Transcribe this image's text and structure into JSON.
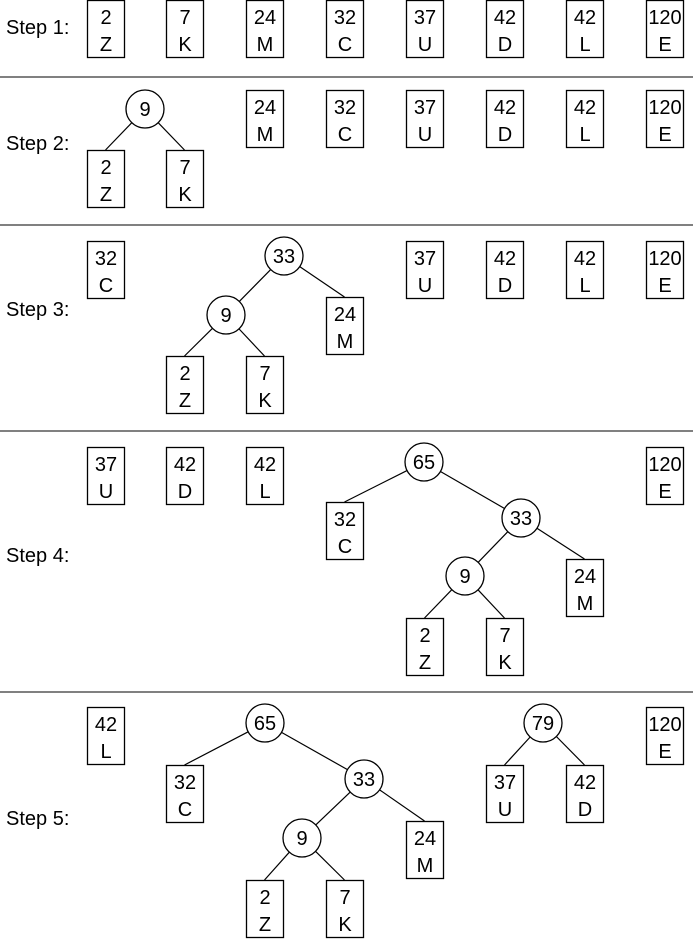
{
  "steps": [
    {
      "label": "Step 1:",
      "nodes": [
        {
          "id": "s1-z",
          "kind": "leaf",
          "weight": "2",
          "symbol": "Z"
        },
        {
          "id": "s1-k",
          "kind": "leaf",
          "weight": "7",
          "symbol": "K"
        },
        {
          "id": "s1-m",
          "kind": "leaf",
          "weight": "24",
          "symbol": "M"
        },
        {
          "id": "s1-c",
          "kind": "leaf",
          "weight": "32",
          "symbol": "C"
        },
        {
          "id": "s1-u",
          "kind": "leaf",
          "weight": "37",
          "symbol": "U"
        },
        {
          "id": "s1-d",
          "kind": "leaf",
          "weight": "42",
          "symbol": "D"
        },
        {
          "id": "s1-l",
          "kind": "leaf",
          "weight": "42",
          "symbol": "L"
        },
        {
          "id": "s1-e",
          "kind": "leaf",
          "weight": "120",
          "symbol": "E"
        }
      ],
      "edges": []
    },
    {
      "label": "Step 2:",
      "nodes": [
        {
          "id": "s2-n9",
          "kind": "internal",
          "weight": "9"
        },
        {
          "id": "s2-z",
          "kind": "leaf",
          "weight": "2",
          "symbol": "Z"
        },
        {
          "id": "s2-k",
          "kind": "leaf",
          "weight": "7",
          "symbol": "K"
        },
        {
          "id": "s2-m",
          "kind": "leaf",
          "weight": "24",
          "symbol": "M"
        },
        {
          "id": "s2-c",
          "kind": "leaf",
          "weight": "32",
          "symbol": "C"
        },
        {
          "id": "s2-u",
          "kind": "leaf",
          "weight": "37",
          "symbol": "U"
        },
        {
          "id": "s2-d",
          "kind": "leaf",
          "weight": "42",
          "symbol": "D"
        },
        {
          "id": "s2-l",
          "kind": "leaf",
          "weight": "42",
          "symbol": "L"
        },
        {
          "id": "s2-e",
          "kind": "leaf",
          "weight": "120",
          "symbol": "E"
        }
      ],
      "edges": [
        [
          "s2-n9",
          "s2-z"
        ],
        [
          "s2-n9",
          "s2-k"
        ]
      ]
    },
    {
      "label": "Step 3:",
      "nodes": [
        {
          "id": "s3-c",
          "kind": "leaf",
          "weight": "32",
          "symbol": "C"
        },
        {
          "id": "s3-n33",
          "kind": "internal",
          "weight": "33"
        },
        {
          "id": "s3-n9",
          "kind": "internal",
          "weight": "9"
        },
        {
          "id": "s3-m",
          "kind": "leaf",
          "weight": "24",
          "symbol": "M"
        },
        {
          "id": "s3-z",
          "kind": "leaf",
          "weight": "2",
          "symbol": "Z"
        },
        {
          "id": "s3-k",
          "kind": "leaf",
          "weight": "7",
          "symbol": "K"
        },
        {
          "id": "s3-u",
          "kind": "leaf",
          "weight": "37",
          "symbol": "U"
        },
        {
          "id": "s3-d",
          "kind": "leaf",
          "weight": "42",
          "symbol": "D"
        },
        {
          "id": "s3-l",
          "kind": "leaf",
          "weight": "42",
          "symbol": "L"
        },
        {
          "id": "s3-e",
          "kind": "leaf",
          "weight": "120",
          "symbol": "E"
        }
      ],
      "edges": [
        [
          "s3-n33",
          "s3-n9"
        ],
        [
          "s3-n33",
          "s3-m"
        ],
        [
          "s3-n9",
          "s3-z"
        ],
        [
          "s3-n9",
          "s3-k"
        ]
      ]
    },
    {
      "label": "Step 4:",
      "nodes": [
        {
          "id": "s4-u",
          "kind": "leaf",
          "weight": "37",
          "symbol": "U"
        },
        {
          "id": "s4-d",
          "kind": "leaf",
          "weight": "42",
          "symbol": "D"
        },
        {
          "id": "s4-l",
          "kind": "leaf",
          "weight": "42",
          "symbol": "L"
        },
        {
          "id": "s4-n65",
          "kind": "internal",
          "weight": "65"
        },
        {
          "id": "s4-c",
          "kind": "leaf",
          "weight": "32",
          "symbol": "C"
        },
        {
          "id": "s4-n33",
          "kind": "internal",
          "weight": "33"
        },
        {
          "id": "s4-n9",
          "kind": "internal",
          "weight": "9"
        },
        {
          "id": "s4-m",
          "kind": "leaf",
          "weight": "24",
          "symbol": "M"
        },
        {
          "id": "s4-z",
          "kind": "leaf",
          "weight": "2",
          "symbol": "Z"
        },
        {
          "id": "s4-k",
          "kind": "leaf",
          "weight": "7",
          "symbol": "K"
        },
        {
          "id": "s4-e",
          "kind": "leaf",
          "weight": "120",
          "symbol": "E"
        }
      ],
      "edges": [
        [
          "s4-n65",
          "s4-c"
        ],
        [
          "s4-n65",
          "s4-n33"
        ],
        [
          "s4-n33",
          "s4-n9"
        ],
        [
          "s4-n33",
          "s4-m"
        ],
        [
          "s4-n9",
          "s4-z"
        ],
        [
          "s4-n9",
          "s4-k"
        ]
      ]
    },
    {
      "label": "Step 5:",
      "nodes": [
        {
          "id": "s5-l",
          "kind": "leaf",
          "weight": "42",
          "symbol": "L"
        },
        {
          "id": "s5-n65",
          "kind": "internal",
          "weight": "65"
        },
        {
          "id": "s5-c",
          "kind": "leaf",
          "weight": "32",
          "symbol": "C"
        },
        {
          "id": "s5-n33",
          "kind": "internal",
          "weight": "33"
        },
        {
          "id": "s5-n9",
          "kind": "internal",
          "weight": "9"
        },
        {
          "id": "s5-m",
          "kind": "leaf",
          "weight": "24",
          "symbol": "M"
        },
        {
          "id": "s5-z",
          "kind": "leaf",
          "weight": "2",
          "symbol": "Z"
        },
        {
          "id": "s5-k",
          "kind": "leaf",
          "weight": "7",
          "symbol": "K"
        },
        {
          "id": "s5-n79",
          "kind": "internal",
          "weight": "79"
        },
        {
          "id": "s5-u",
          "kind": "leaf",
          "weight": "37",
          "symbol": "U"
        },
        {
          "id": "s5-d",
          "kind": "leaf",
          "weight": "42",
          "symbol": "D"
        },
        {
          "id": "s5-e",
          "kind": "leaf",
          "weight": "120",
          "symbol": "E"
        }
      ],
      "edges": [
        [
          "s5-n65",
          "s5-c"
        ],
        [
          "s5-n65",
          "s5-n33"
        ],
        [
          "s5-n33",
          "s5-n9"
        ],
        [
          "s5-n33",
          "s5-m"
        ],
        [
          "s5-n9",
          "s5-z"
        ],
        [
          "s5-n9",
          "s5-k"
        ],
        [
          "s5-n79",
          "s5-u"
        ],
        [
          "s5-n79",
          "s5-d"
        ]
      ]
    }
  ]
}
